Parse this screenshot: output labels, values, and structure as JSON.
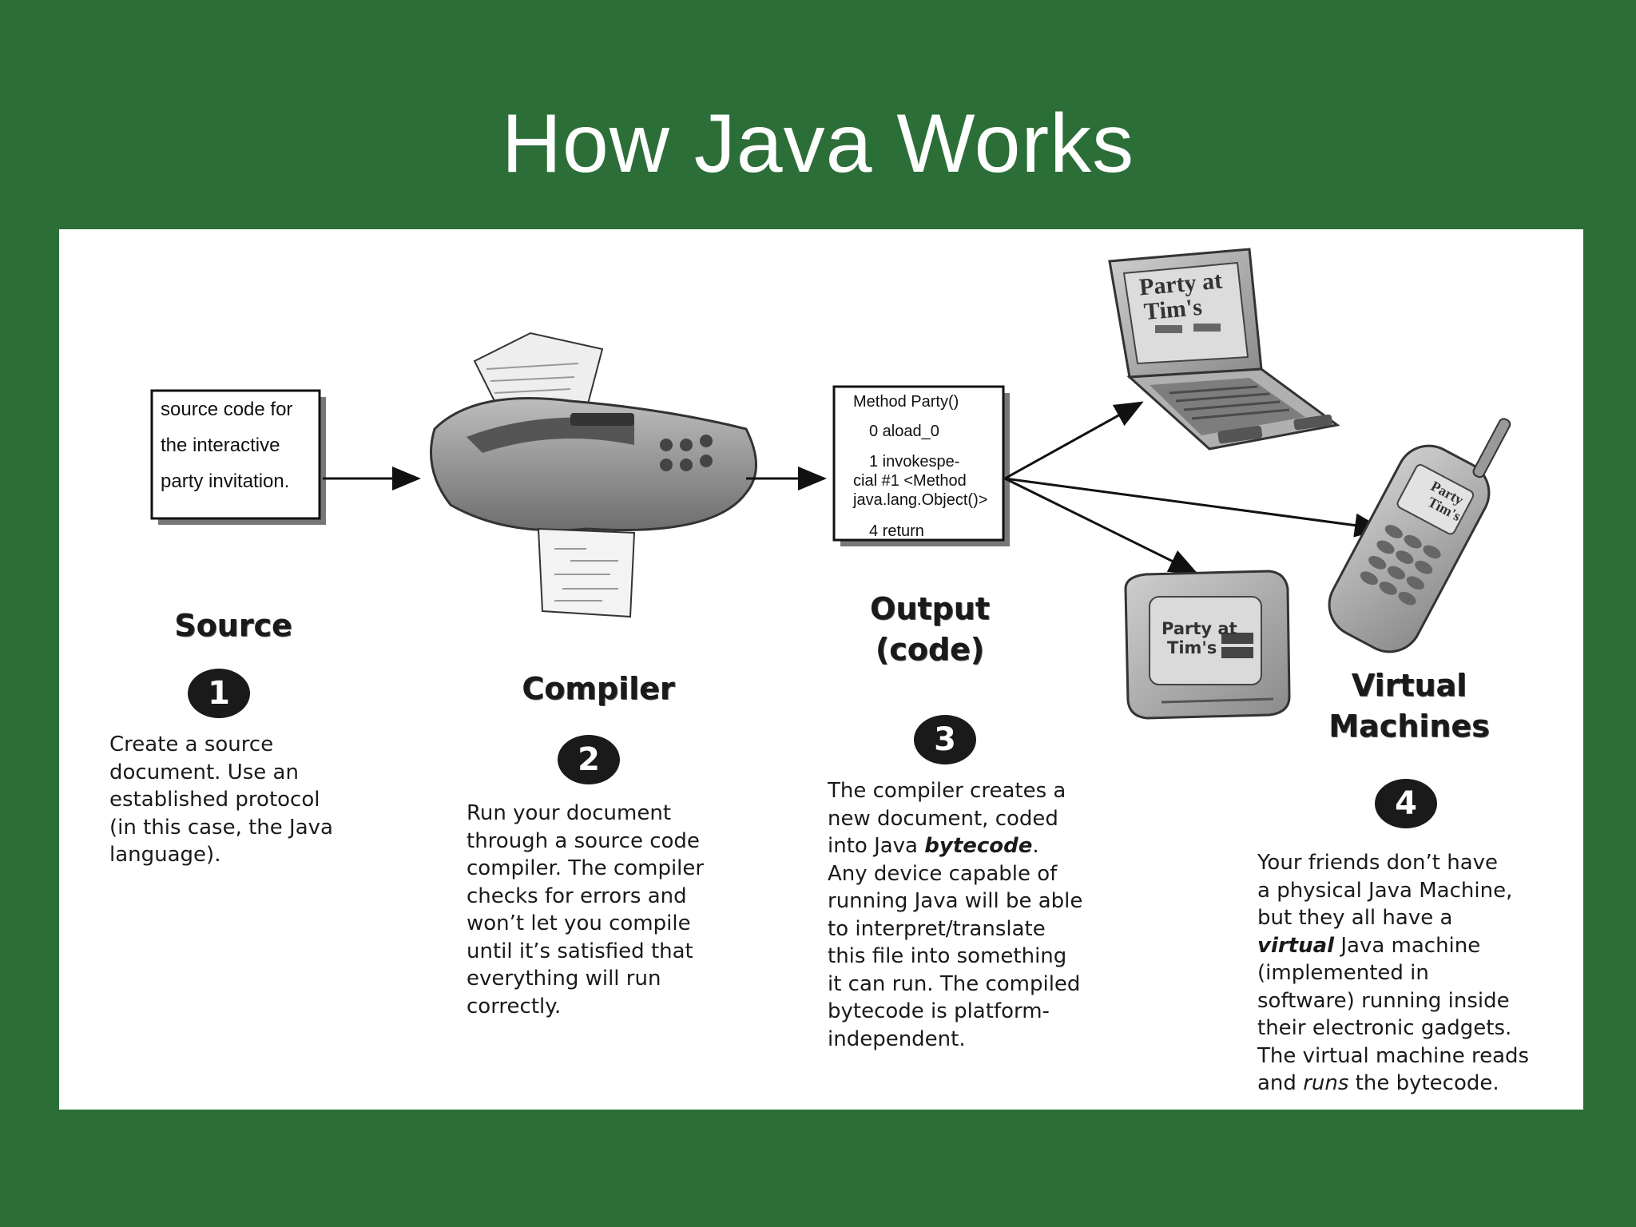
{
  "title": "How Java Works",
  "source_box": {
    "lines": [
      "source code for",
      "the interactive",
      "party invitation."
    ]
  },
  "bytecode_box": {
    "lines": [
      "Method Party()",
      "0 aload_0",
      "1 invokespe-",
      "cial #1 <Method",
      "java.lang.Object()>",
      "4 return"
    ]
  },
  "device_screens": {
    "laptop": [
      "Party at",
      "Tim's"
    ],
    "phone": [
      "Party",
      "Tim's"
    ],
    "pager": [
      "Party at",
      "Tim's"
    ]
  },
  "stages": [
    {
      "label": [
        "Source"
      ],
      "step": "1",
      "description": [
        "Create a source",
        "document. Use an",
        "established protocol",
        "(in this case, the Java",
        "language)."
      ]
    },
    {
      "label": [
        "Compiler"
      ],
      "step": "2",
      "description": [
        "Run your document",
        "through a source code",
        "compiler. The compiler",
        "checks for errors and",
        "won’t let you compile",
        "until it’s satisfied that",
        "everything will run",
        "correctly."
      ]
    },
    {
      "label": [
        "Output",
        "(code)"
      ],
      "step": "3",
      "description_pre": [
        "The compiler creates a",
        "new document, coded"
      ],
      "description_bold_prefix": "into Java ",
      "description_bold": "bytecode",
      "description_bold_suffix": ".",
      "description_post": [
        "Any device capable of",
        "running Java will be able",
        "to interpret/translate",
        "this file into something",
        "it can run. The compiled",
        "bytecode is platform-",
        "independent."
      ]
    },
    {
      "label": [
        "Virtual",
        "Machines"
      ],
      "step": "4",
      "description_pre": [
        "Your friends don’t have",
        "a physical Java Machine,",
        "but they all have a"
      ],
      "description_virtual": "virtual",
      "description_virtual_suffix": " Java machine",
      "description_mid": [
        "(implemented in",
        "software) running inside",
        "their electronic gadgets.",
        "The virtual machine reads"
      ],
      "description_runs_prefix": "and ",
      "description_runs": "runs",
      "description_runs_suffix": " the bytecode."
    }
  ]
}
